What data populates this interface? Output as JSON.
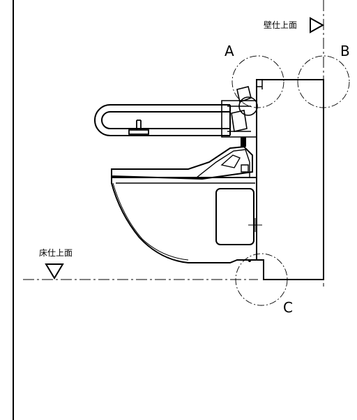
{
  "labels": {
    "wall_surface": "壁仕上面",
    "floor_surface": "床仕上面",
    "detail_a": "A",
    "detail_b": "B",
    "detail_c": "C"
  }
}
